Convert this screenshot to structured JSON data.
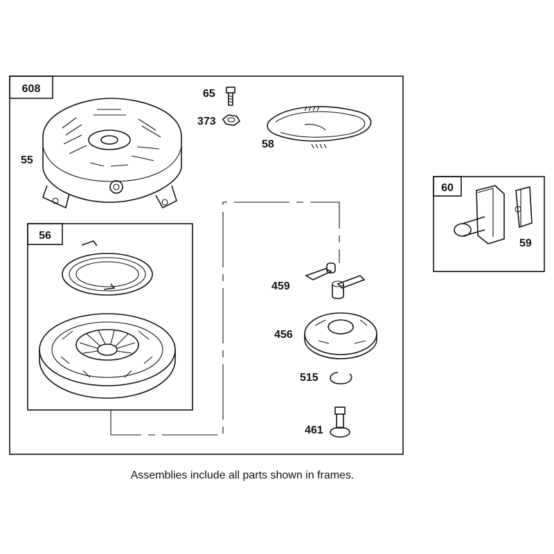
{
  "frames": {
    "main": "608",
    "pulley_assembly": "56",
    "handle_assembly": "60"
  },
  "parts": {
    "housing": "55",
    "screw": "65",
    "nut": "373",
    "rope": "58",
    "pawl": "459",
    "cup": "456",
    "retainer": "515",
    "shoulder_screw": "461",
    "handle": "59"
  },
  "caption": "Assemblies include all parts shown in frames."
}
